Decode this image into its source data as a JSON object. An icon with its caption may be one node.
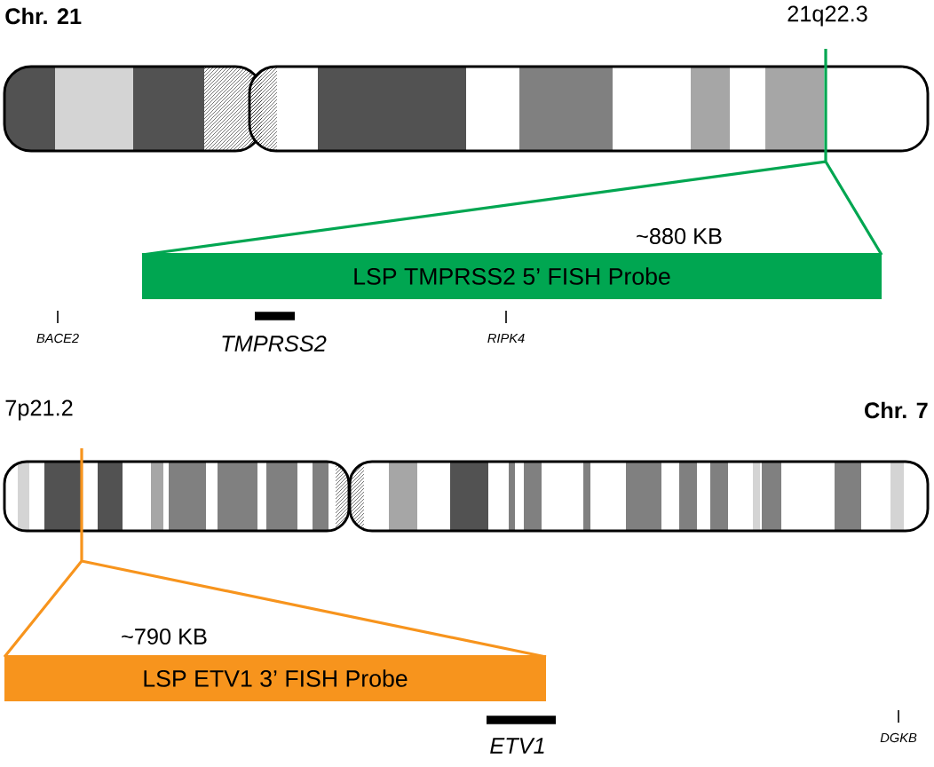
{
  "diagram": {
    "nodes": [
      {
        "text": [
          "LSP TMPRSS2 5’ FISH Probe"
        ],
        "beside": [
          "~880 KB"
        ]
      },
      {
        "text": [
          "LSP ETV1 3’ FISH Probe"
        ],
        "beside": [
          "~790 KB"
        ]
      }
    ],
    "labels": [
      "Chr. 21",
      "21q22.3",
      "BACE2",
      "TMPRSS2",
      "RIPK4",
      "7p21.2",
      "Chr. 7",
      "ETV1",
      "DGKB"
    ]
  }
}
